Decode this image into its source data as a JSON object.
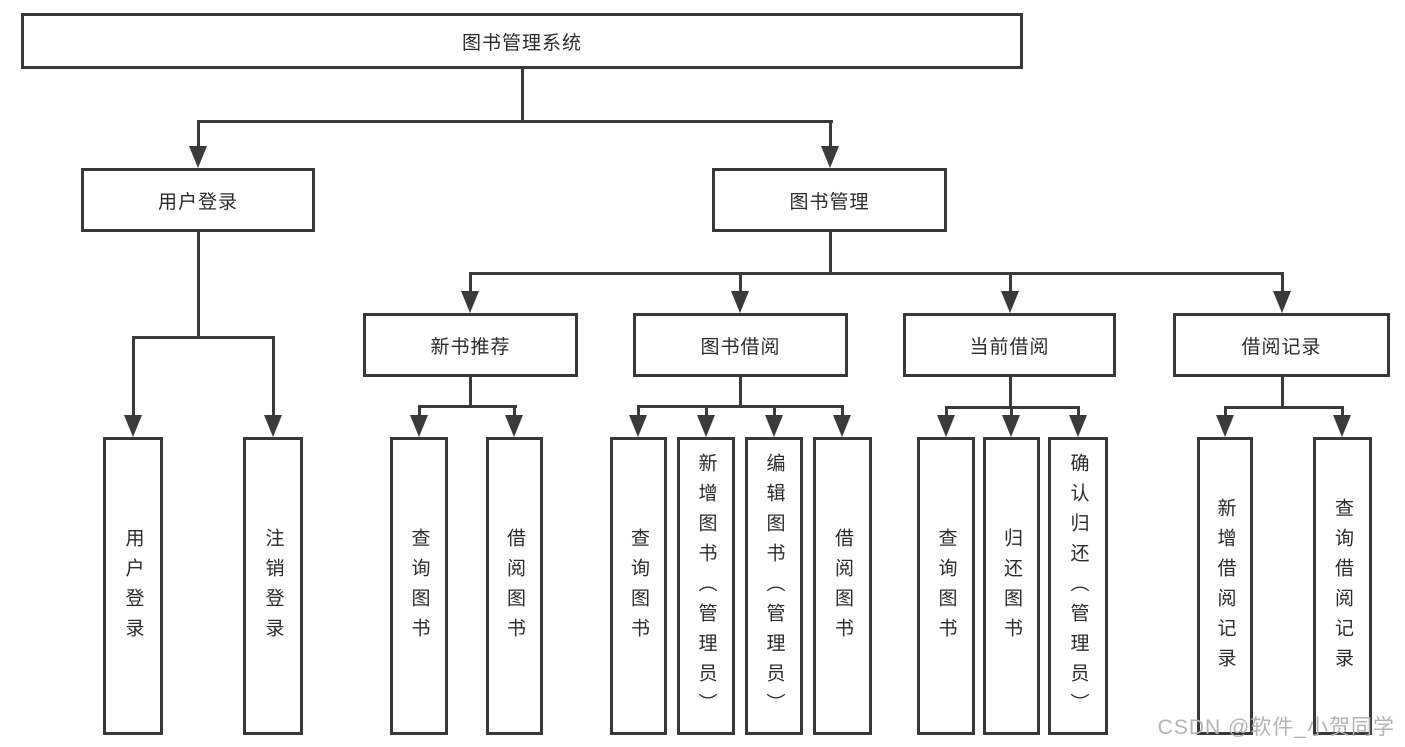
{
  "tree": {
    "root": "图书管理系统",
    "children": [
      {
        "label": "用户登录",
        "children": [
          {
            "label": "用户登录"
          },
          {
            "label": "注销登录"
          }
        ]
      },
      {
        "label": "图书管理",
        "children": [
          {
            "label": "新书推荐",
            "children": [
              {
                "label": "查询图书"
              },
              {
                "label": "借阅图书"
              }
            ]
          },
          {
            "label": "图书借阅",
            "children": [
              {
                "label": "查询图书"
              },
              {
                "label": "新增图书（管理员）"
              },
              {
                "label": "编辑图书（管理员）"
              },
              {
                "label": "借阅图书"
              }
            ]
          },
          {
            "label": "当前借阅",
            "children": [
              {
                "label": "查询图书"
              },
              {
                "label": "归还图书"
              },
              {
                "label": "确认归还（管理员）"
              }
            ]
          },
          {
            "label": "借阅记录",
            "children": [
              {
                "label": "新增借阅记录"
              },
              {
                "label": "查询借阅记录"
              }
            ]
          }
        ]
      }
    ]
  },
  "watermark": {
    "text": "CSDN @软件_小贺同学"
  },
  "colors": {
    "line": "#3a3a3a",
    "box_border": "#383838",
    "box_background": "#ffffff",
    "text": "#2b2b2b",
    "watermark": "#b3b3b3",
    "page_background": "#ffffff"
  }
}
